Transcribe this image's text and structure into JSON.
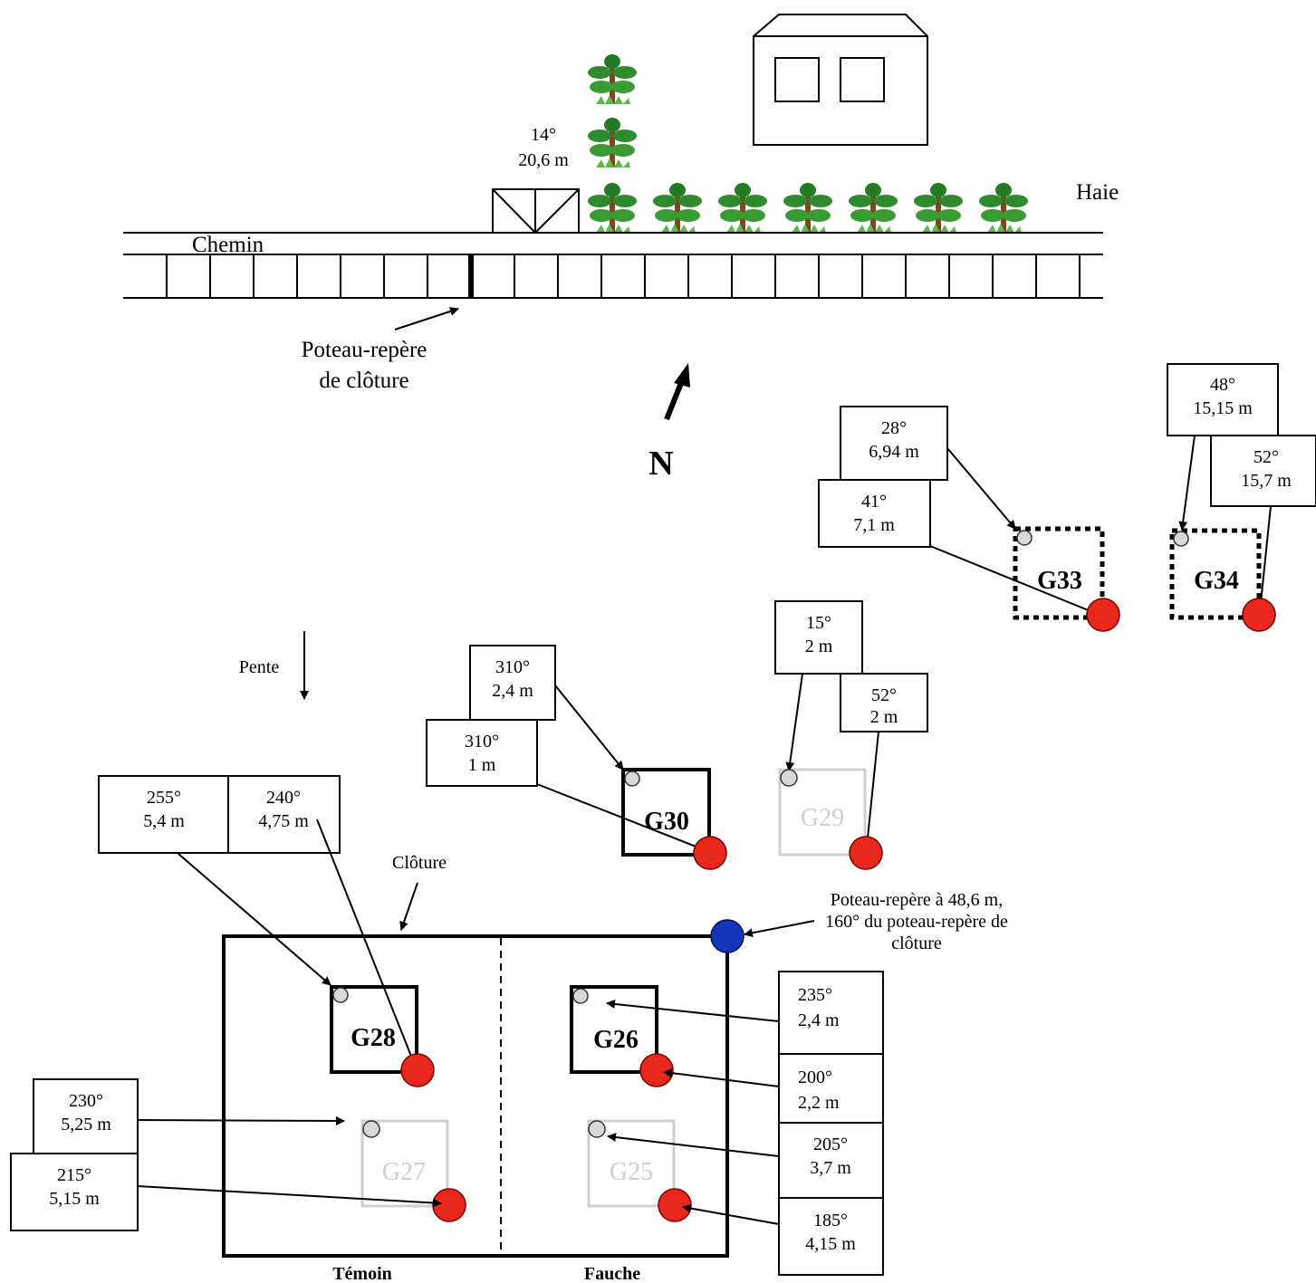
{
  "top": {
    "road_label": "Chemin",
    "hedge_label": "Haie",
    "gate_bearing": "14°",
    "gate_distance": "20,6 m",
    "post_label_line1": "Poteau-repère",
    "post_label_line2": "de clôture",
    "north_label": "N"
  },
  "legend": {
    "slope_label": "Pente",
    "fence_label": "Clôture",
    "blue_post_line1": "Poteau-repère à 48,6 m,",
    "blue_post_line2": "160° du poteau-repère de",
    "blue_post_line3": "clôture",
    "control_label": "Témoin",
    "mowing_label": "Fauche"
  },
  "plots": {
    "g33": "G33",
    "g34": "G34",
    "g30": "G30",
    "g29": "G29",
    "g28": "G28",
    "g26": "G26",
    "g27": "G27",
    "g25": "G25"
  },
  "measurements": {
    "g33_a": {
      "bearing": "28°",
      "distance": "6,94 m"
    },
    "g33_b": {
      "bearing": "41°",
      "distance": "7,1  m"
    },
    "g34_a": {
      "bearing": "48°",
      "distance": "15,15  m"
    },
    "g34_b": {
      "bearing": "52°",
      "distance": "15,7 m"
    },
    "g29_a": {
      "bearing": "15°",
      "distance": "2 m"
    },
    "g29_b": {
      "bearing": "52°",
      "distance": "2 m"
    },
    "g30_a": {
      "bearing": "310°",
      "distance": "2,4 m"
    },
    "g30_b": {
      "bearing": "310°",
      "distance": "1  m"
    },
    "g28_a": {
      "bearing": "255°",
      "distance": "5,4 m"
    },
    "g28_b": {
      "bearing": "240°",
      "distance": "4,75 m"
    },
    "g26_a": {
      "bearing": "235°",
      "distance": "2,4 m"
    },
    "g26_b": {
      "bearing": "200°",
      "distance": "2,2 m"
    },
    "g25_a": {
      "bearing": "205°",
      "distance": "3,7 m"
    },
    "g25_b": {
      "bearing": "185°",
      "distance": "4,15 m"
    },
    "g27_a": {
      "bearing": "230°",
      "distance": "5,25 m"
    },
    "g27_b": {
      "bearing": "215°",
      "distance": "5,15 m"
    }
  },
  "colors": {
    "marker_red": "#e8281c",
    "marker_grey": "#d8d8d8",
    "marker_blue": "#1336b8",
    "faint_plot": "#cfcfcf",
    "tree_foliage": "#2e8b2e",
    "tree_trunk": "#7a4a1e"
  },
  "icons": {
    "tree": "tree-icon",
    "house": "house-icon",
    "gate": "gate-icon",
    "north_arrow": "north-arrow-icon"
  }
}
